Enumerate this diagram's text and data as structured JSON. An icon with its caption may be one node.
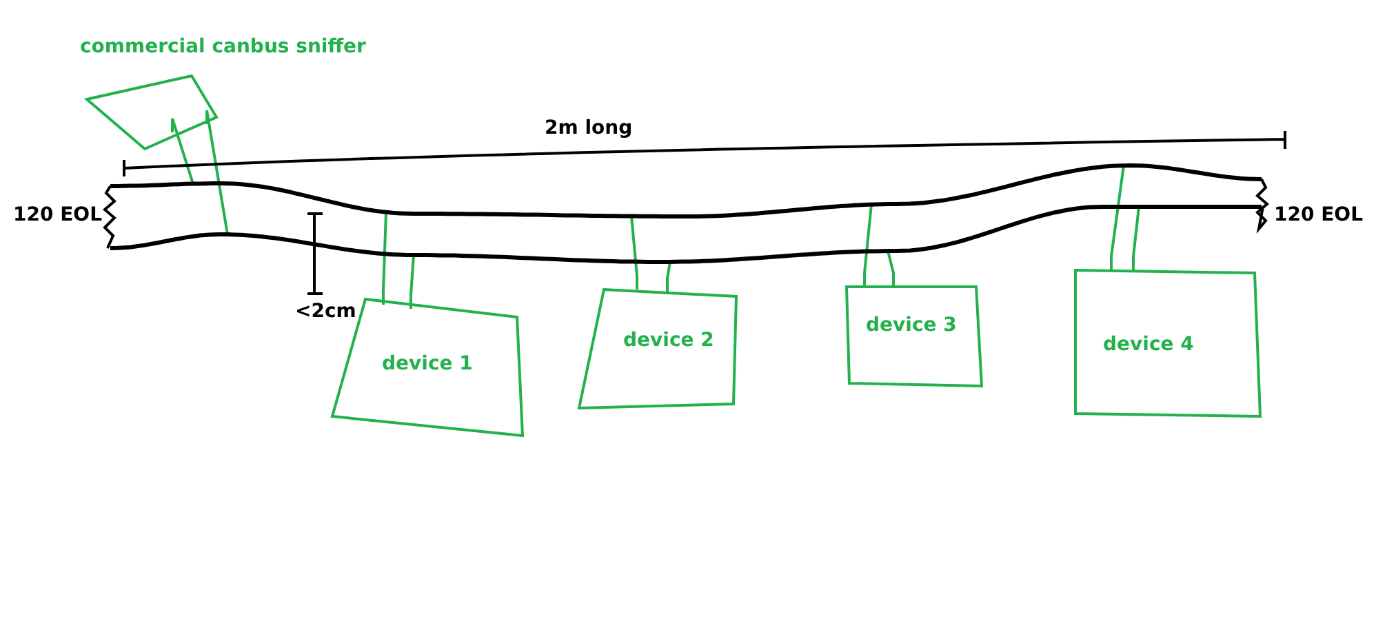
{
  "diagram": {
    "nodes": [
      {
        "text": [
          "commercial canbus  sniffer"
        ]
      },
      {
        "text": [],
        "shape": "bar",
        "beside": [
          "120 EOL",
          "120 EOL"
        ]
      },
      {
        "text": [
          "device 1"
        ]
      },
      {
        "text": [
          "device 2"
        ]
      },
      {
        "text": [
          "device 3"
        ]
      },
      {
        "text": [
          "device 4"
        ]
      }
    ],
    "edges": [
      {
        "from": 0,
        "to": 1,
        "arrow": "none"
      },
      {
        "from": 0,
        "to": 1,
        "arrow": "none"
      },
      {
        "from": 2,
        "to": 1,
        "arrow": "none"
      },
      {
        "from": 2,
        "to": 1,
        "arrow": "none"
      },
      {
        "from": 3,
        "to": 1,
        "arrow": "none"
      },
      {
        "from": 3,
        "to": 1,
        "arrow": "none"
      },
      {
        "from": 4,
        "to": 1,
        "arrow": "none"
      },
      {
        "from": 4,
        "to": 1,
        "arrow": "none"
      },
      {
        "from": 5,
        "to": 1,
        "arrow": "none"
      },
      {
        "from": 5,
        "to": 1,
        "arrow": "none"
      }
    ],
    "labels": [
      "2m long",
      "<2cm"
    ]
  }
}
